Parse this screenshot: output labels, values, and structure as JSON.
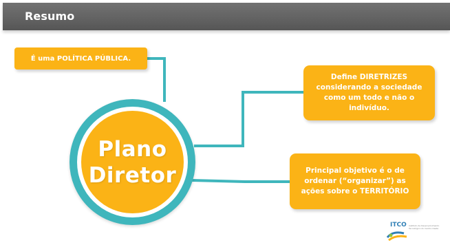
{
  "header": {
    "title": "Resumo"
  },
  "center": {
    "line1": "Plano",
    "line2": "Diretor"
  },
  "callouts": {
    "politica": "É uma POLÍTICA PÚBLICA.",
    "diretrizes": "Define DIRETRIZES considerando a sociedade como um todo e não o indivíduo.",
    "objetivo": "Principal objetivo é o de ordenar (“organizar”) as ações sobre o TERRITÓRIO"
  },
  "logo": {
    "name": "ITCO",
    "subtitle": "Instituto de Desenvolvimento Tecnológico do Centro-Oeste"
  },
  "colors": {
    "header": "#666666",
    "accent_yellow": "#fbb316",
    "accent_teal": "#3fb6bc",
    "text_on_accent": "#ffffff"
  }
}
